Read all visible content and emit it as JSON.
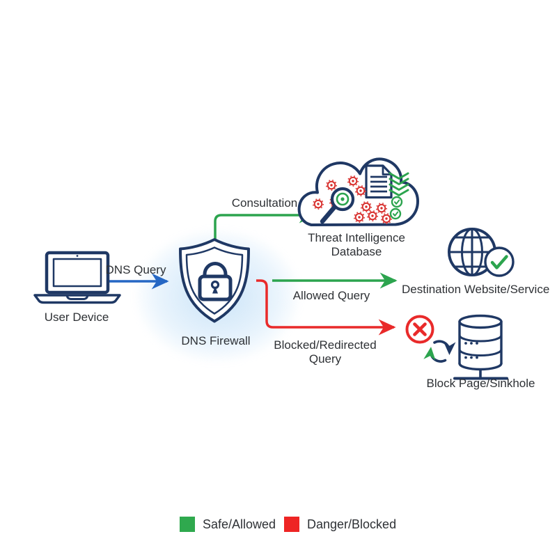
{
  "diagram": {
    "nodes": {
      "user_device": {
        "label": "User Device"
      },
      "dns_firewall": {
        "label": "DNS Firewall"
      },
      "threat_db": {
        "label": "Threat Intelligence Database",
        "line1": "Threat Intelligence",
        "line2": "Database"
      },
      "destination": {
        "label": "Destination Website/Service"
      },
      "block_page": {
        "label": "Block Page/Sinkhole"
      }
    },
    "flows": {
      "dns_query": {
        "label": "DNS Query",
        "color": "#2567c4"
      },
      "consultation": {
        "label": "Consultation",
        "color": "#2ca44e"
      },
      "allowed_query": {
        "label": "Allowed Query",
        "color": "#2ca44e"
      },
      "blocked_query": {
        "label": "Blocked/Redirected Query",
        "line1": "Blocked/Redirected",
        "line2": "Query",
        "color": "#e92a2a"
      }
    },
    "legend": {
      "safe": {
        "label": "Safe/Allowed",
        "color": "#2fa94e"
      },
      "danger": {
        "label": "Danger/Blocked",
        "color": "#ee2524"
      }
    },
    "colors": {
      "icon_navy": "#1f3864",
      "accent_green": "#2ca44e",
      "accent_red": "#e92a2a",
      "arrow_blue": "#2567c4",
      "text": "#2e3135"
    },
    "icons": [
      "laptop-icon",
      "shield-lock-icon",
      "cloud-icon",
      "magnifier-icon",
      "virus-icon",
      "check-circle-icon",
      "document-icon",
      "chevron-stack-icon",
      "globe-icon",
      "check-badge-icon",
      "blocked-x-icon",
      "refresh-cycle-icon",
      "database-icon"
    ]
  }
}
